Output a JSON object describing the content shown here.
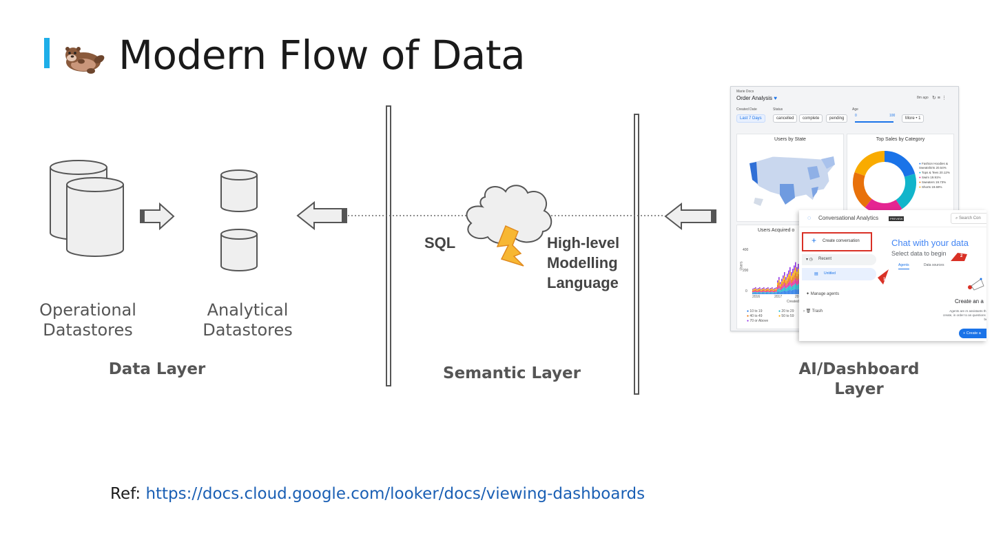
{
  "title": "Modern Flow of Data",
  "layers": {
    "data_layer": {
      "operational_label": "Operational\nDatastores",
      "analytical_label": "Analytical\nDatastores",
      "caption": "Data Layer"
    },
    "semantic_layer": {
      "sql_label": "SQL",
      "hlml_label": "High-level\nModelling\nLanguage",
      "caption": "Semantic Layer"
    },
    "ai_layer": {
      "caption": "AI/Dashboard\nLayer"
    }
  },
  "dashboard": {
    "owner": "Marie Docs",
    "title": "Order Analysis",
    "updated": "8m ago",
    "filters": {
      "created_date_label": "Created Date",
      "created_date_value": "Last 7 Days",
      "status_label": "Status",
      "status_options": [
        "cancelled",
        "complete",
        "pending"
      ],
      "age_label": "Age",
      "age_min": "0",
      "age_max": "100",
      "more": "More • 1"
    },
    "tiles": {
      "users_by_state": "Users by State",
      "top_sales": "Top Sales by Category",
      "users_acquired": "Users Acquired o"
    },
    "legend_sales": [
      "Fashion Hoodies & Sweatshirts 20.54%",
      "Tops & Tees 20.12%",
      "Swim 19.91%",
      "Sweaters 19.73%",
      "Shorts 19.69%"
    ],
    "legend_sales_colors": [
      "#1a73e8",
      "#12b5cb",
      "#e52592",
      "#e8710a",
      "#f9ab00"
    ],
    "donut_values": [
      20.54,
      20.12,
      19.91,
      19.73,
      19.69
    ],
    "bar_axis": [
      "400",
      "200",
      "0"
    ],
    "bar_ylabel": "Users",
    "bar_years": [
      "2016",
      "2017",
      "20"
    ],
    "bar_xlabel": "Created",
    "legend_age": [
      "10 to 19",
      "20 to 29",
      "40 to 49",
      "50 to 59",
      "70 or Above"
    ]
  },
  "conversational": {
    "app_title": "Conversational Analytics",
    "badge": "PREVIEW",
    "search_placeholder": "Search Con",
    "create_button": "Create conversation",
    "recent": "Recent",
    "untitled": "Untitled",
    "manage_agents": "Manage agents",
    "trash": "Trash",
    "chat_heading": "Chat with your data",
    "chat_sub": "Select data to begin",
    "tab_agents": "Agents",
    "tab_sources": "Data sources",
    "create_agent_heading": "Create an a",
    "agents_desc": "Agents are AI assistants th can create, in order to an questions with better",
    "create_agent_button": "Create a",
    "marker_1": "1",
    "marker_2": "2"
  },
  "ref": {
    "prefix": "Ref:",
    "link": "https://docs.cloud.google.com/looker/docs/viewing-dashboards"
  }
}
